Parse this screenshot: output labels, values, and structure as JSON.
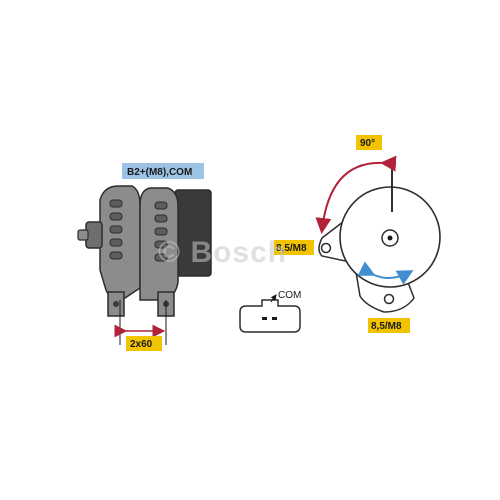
{
  "labels": {
    "terminal": "B2+(M8),COM",
    "spacing": "2x60",
    "angle": "90°",
    "hole_left": "8,5/M8",
    "hole_bottom": "8,5/M8",
    "connector": "COM"
  },
  "watermark": {
    "text": "© Bosch"
  },
  "colors": {
    "blue_label": "#9cc3e6",
    "yellow_label": "#f2c300",
    "arrow_red": "#b2223a",
    "arrow_blue": "#3f8fd2",
    "outline": "#2d2d2d",
    "housing_light": "#8c8c8c",
    "housing_mid": "#6e6e6e",
    "housing_dark": "#3a3a3a",
    "watermark": "#c7c7c7"
  }
}
